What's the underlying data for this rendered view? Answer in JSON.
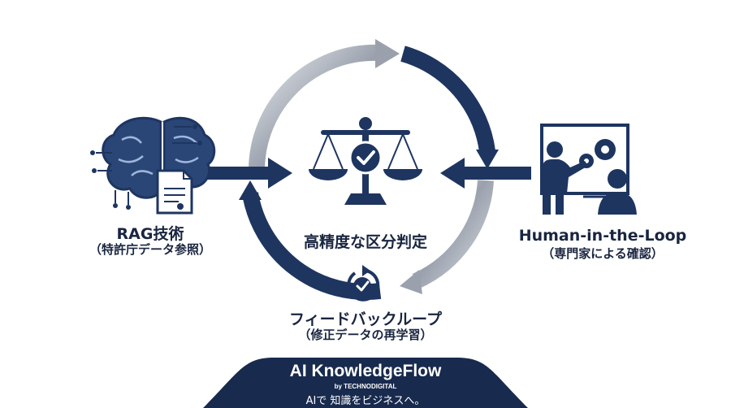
{
  "left_node": {
    "title": "RAG技術",
    "subtitle": "（特許庁データ参照）",
    "icon": "brain-document-icon"
  },
  "center_node": {
    "title": "高精度な区分判定",
    "icon": "scale-check-icon"
  },
  "right_node": {
    "title": "Human-in-the-Loop",
    "subtitle": "（専門家による確認）",
    "icon": "presenter-expert-icon"
  },
  "bottom_node": {
    "title": "フィードバックループ",
    "subtitle": "（修正データの再学習）",
    "icon": "refresh-check-icon"
  },
  "footer": {
    "brand": "AI KnowledgeFlow",
    "by": "by TECHNODIGITAL",
    "tagline": "AIで 知識をビジネスへ。"
  },
  "colors": {
    "navy": "#1e3560",
    "dark_navy": "#14264a",
    "silver": "#b9bec8",
    "footer_bg": "#182a4d"
  }
}
